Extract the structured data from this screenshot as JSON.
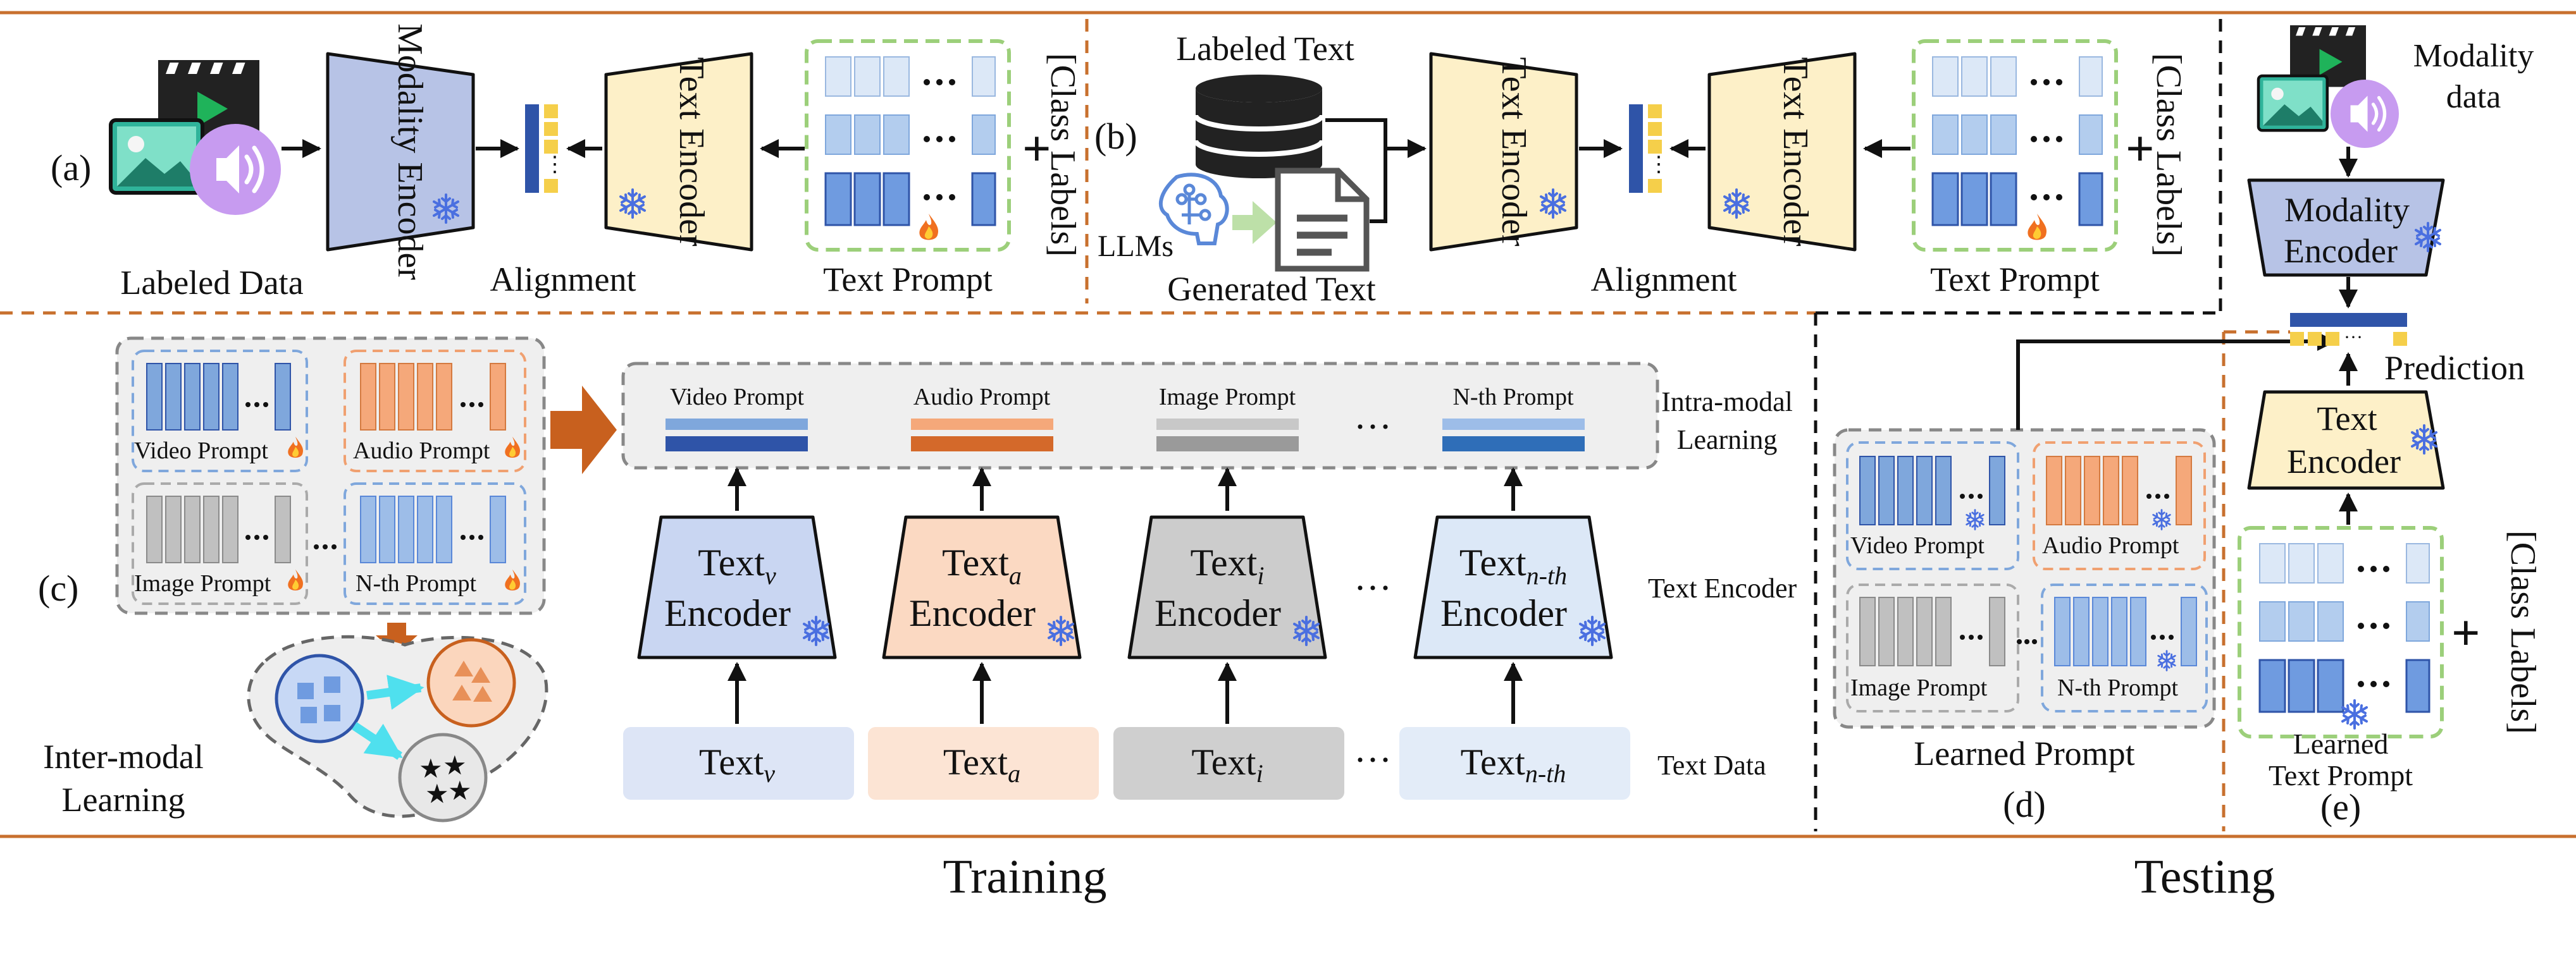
{
  "panel_a": {
    "label": "(a)",
    "modality_encoder": "Modality Encoder",
    "text_encoder": "Text Encoder",
    "plus": "+",
    "class_labels": "[Class Labels]",
    "caption_data": "Labeled Data",
    "caption_alignment": "Alignment",
    "caption_prompt": "Text Prompt"
  },
  "panel_b": {
    "label": "(b)",
    "labeled_text": "Labeled Text",
    "llms": "LLMs",
    "generated_text": "Generated Text",
    "text_encoder_left": "Text Encoder",
    "text_encoder_right": "Text Encoder",
    "plus": "+",
    "class_labels": "[Class Labels]",
    "caption_alignment": "Alignment",
    "caption_prompt": "Text Prompt"
  },
  "panel_c": {
    "label": "(c)",
    "prompts": {
      "video": "Video Prompt",
      "audio": "Audio Prompt",
      "image": "Image Prompt",
      "nth": "N-th Prompt"
    },
    "inter_modal_learning": "Inter-modal Learning",
    "intra_modal_learning": "Intra-modal Learning",
    "row_text_encoder": "Text Encoder",
    "row_text_data": "Text Data",
    "encoders": {
      "v": {
        "base": "Text",
        "sub": "v",
        "line2": "Encoder"
      },
      "a": {
        "base": "Text",
        "sub": "a",
        "line2": "Encoder"
      },
      "i": {
        "base": "Text",
        "sub": "i",
        "line2": "Encoder"
      },
      "n": {
        "base": "Text",
        "sub": "n-th",
        "line2": "Encoder"
      }
    },
    "data": {
      "v": {
        "base": "Text",
        "sub": "v"
      },
      "a": {
        "base": "Text",
        "sub": "a"
      },
      "i": {
        "base": "Text",
        "sub": "i"
      },
      "n": {
        "base": "Text",
        "sub": "n-th"
      }
    },
    "ellipsis": "···"
  },
  "panel_d": {
    "label": "(d)",
    "learned_prompt": "Learned Prompt",
    "prompts": {
      "video": "Video Prompt",
      "audio": "Audio Prompt",
      "image": "Image Prompt",
      "nth": "N-th Prompt"
    }
  },
  "panel_e": {
    "label": "(e)",
    "modality_data_1": "Modality",
    "modality_data_2": "data",
    "modality_encoder_1": "Modality",
    "modality_encoder_2": "Encoder",
    "prediction": "Prediction",
    "text_encoder_1": "Text",
    "text_encoder_2": "Encoder",
    "learned_text_prompt_1": "Learned",
    "learned_text_prompt_2": "Text Prompt",
    "plus": "+",
    "class_labels": "[Class Labels]"
  },
  "footer": {
    "training": "Training",
    "testing": "Testing"
  },
  "colors": {
    "orange_line": "#c8702e",
    "blue_dark": "#2f54a8",
    "blue_mid": "#7fa7dc",
    "blue_light": "#dce8f7",
    "modality_encoder": "#b7c3e6",
    "text_encoder": "#fdf0c8",
    "green_dash": "#9ccf7a",
    "orange_prompt": "#f0a070",
    "gray_prompt": "#b8b8b8",
    "snow": "#4a6fe0"
  }
}
